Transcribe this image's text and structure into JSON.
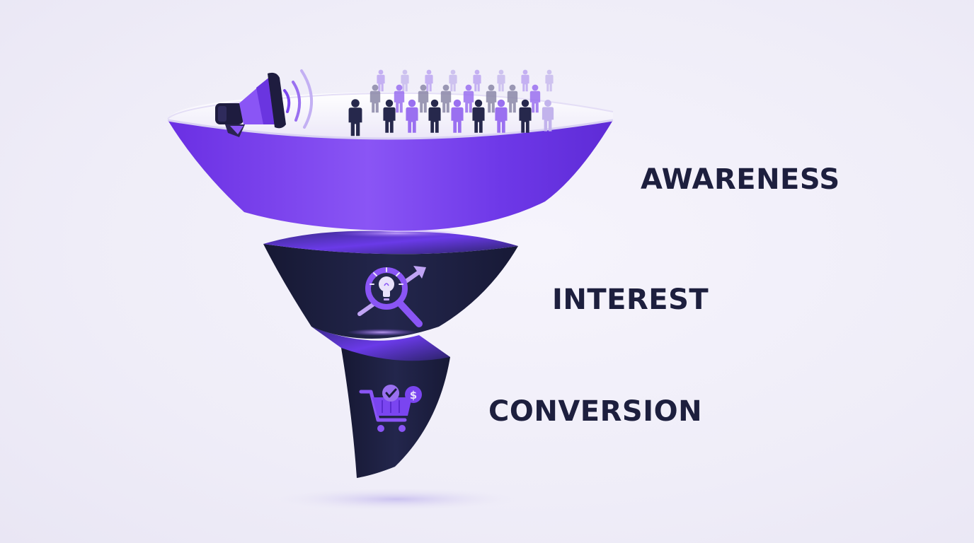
{
  "stages": [
    {
      "label": "AWARENESS",
      "icon": "megaphone-icon",
      "icon2": "crowd-icon"
    },
    {
      "label": "INTEREST",
      "icon": "lightbulb-magnifier-icon"
    },
    {
      "label": "CONVERSION",
      "icon": "shopping-cart-check-dollar-icon"
    }
  ],
  "colors": {
    "background": "#efedf8",
    "purple": "#7a45f0",
    "purple_dark": "#5a2bcf",
    "navy": "#1b1d3d",
    "lavender": "#a681ec",
    "label_text": "#1d1f3e"
  }
}
